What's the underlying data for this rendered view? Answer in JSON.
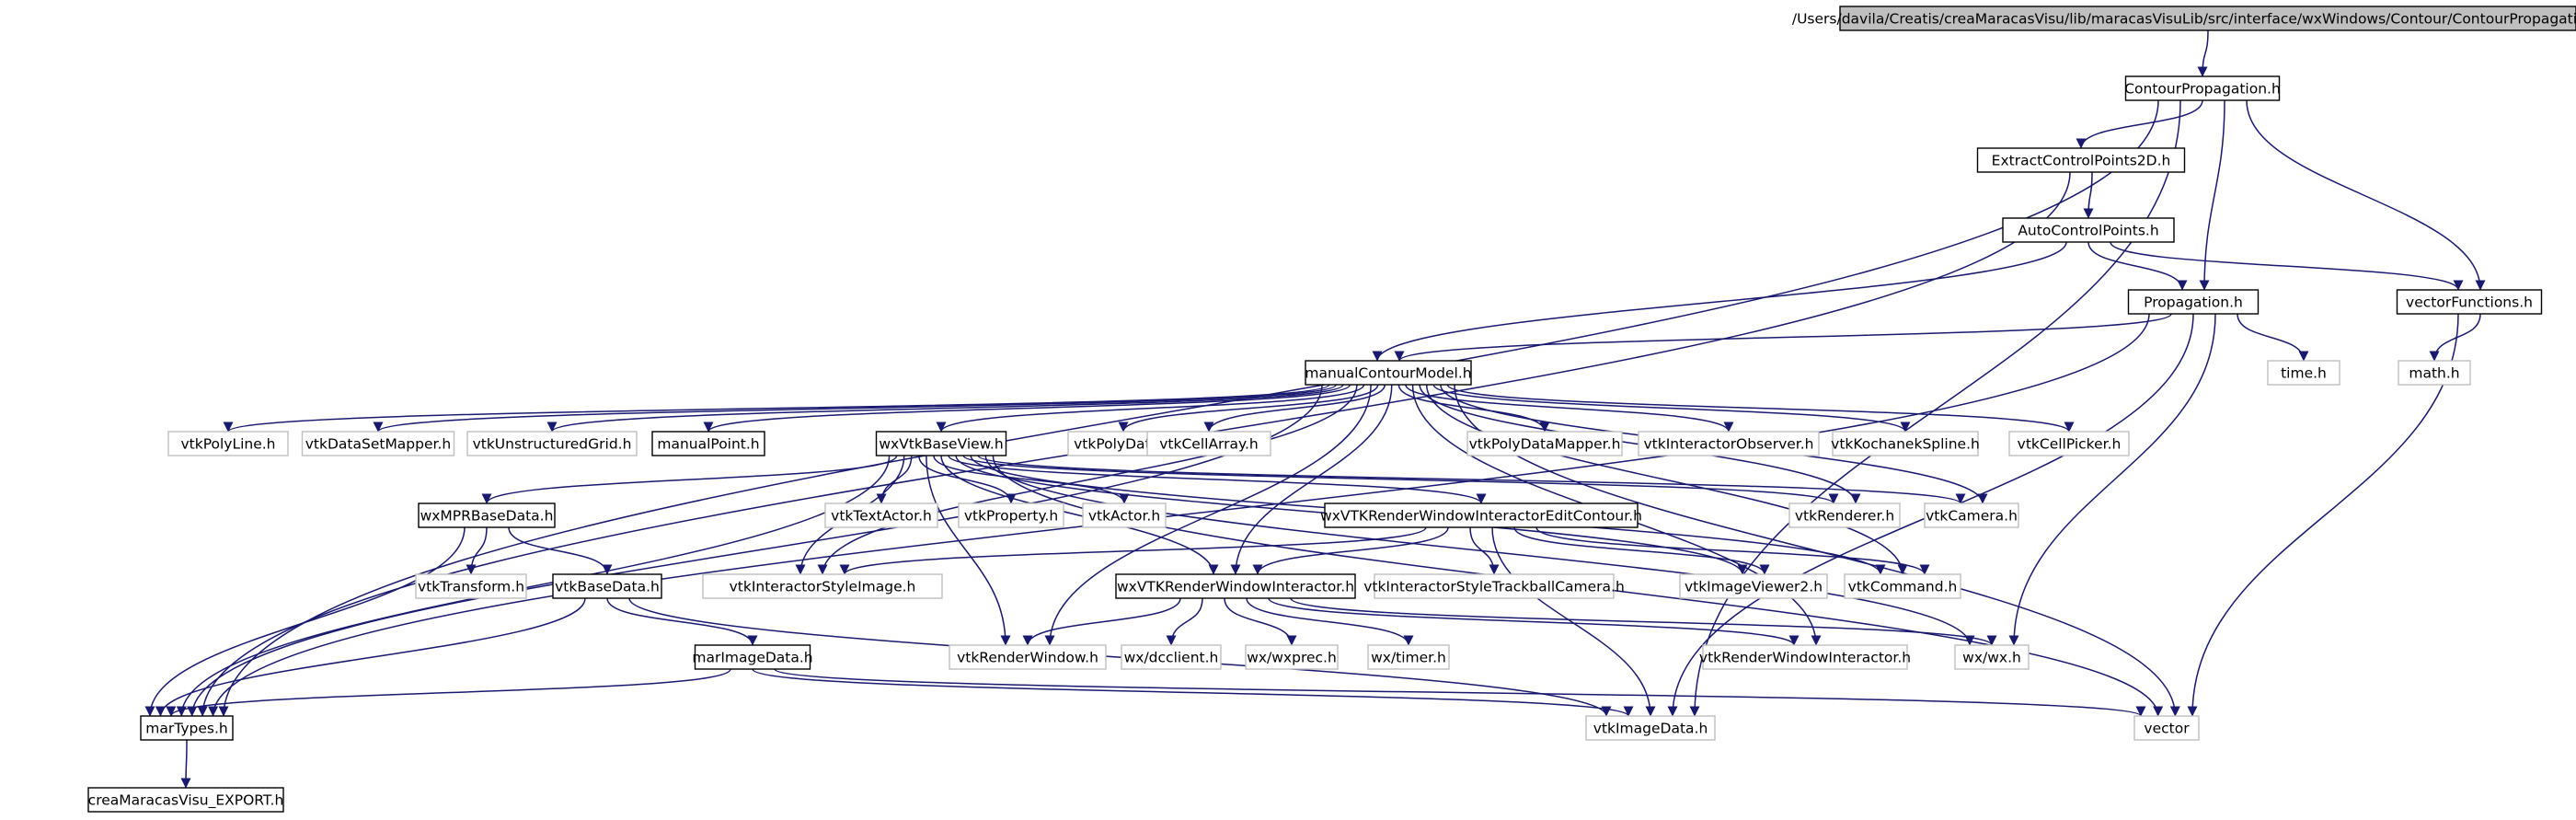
{
  "graph": {
    "type": "include-dependency-graph",
    "root": "root",
    "colors": {
      "edge": "#191970",
      "root_fill": "#bfbfbf",
      "text": "#000000",
      "leaf_border": "#bfbfbf",
      "inner_border": "#000000"
    },
    "nodes": [
      {
        "id": "root",
        "label": "/Users/davila/Creatis/creaMaracasVisu/lib/maracasVisuLib/src/interface/wxWindows/Contour/ContourPropagation.cxx",
        "kind": "root"
      },
      {
        "id": "contourprop",
        "label": "ContourPropagation.h",
        "kind": "inner"
      },
      {
        "id": "extract",
        "label": "ExtractControlPoints2D.h",
        "kind": "inner"
      },
      {
        "id": "autocp",
        "label": "AutoControlPoints.h",
        "kind": "inner"
      },
      {
        "id": "propagation",
        "label": "Propagation.h",
        "kind": "inner"
      },
      {
        "id": "vectorfn",
        "label": "vectorFunctions.h",
        "kind": "inner"
      },
      {
        "id": "time",
        "label": "time.h",
        "kind": "leaf"
      },
      {
        "id": "math",
        "label": "math.h",
        "kind": "leaf"
      },
      {
        "id": "mcm",
        "label": "manualContourModel.h",
        "kind": "inner"
      },
      {
        "id": "polyline",
        "label": "vtkPolyLine.h",
        "kind": "leaf"
      },
      {
        "id": "dsmapper",
        "label": "vtkDataSetMapper.h",
        "kind": "leaf"
      },
      {
        "id": "ugrid",
        "label": "vtkUnstructuredGrid.h",
        "kind": "leaf"
      },
      {
        "id": "manualpoint",
        "label": "manualPoint.h",
        "kind": "inner"
      },
      {
        "id": "wxvtkbase",
        "label": "wxVtkBaseView.h",
        "kind": "inner"
      },
      {
        "id": "polydata",
        "label": "vtkPolyData.h",
        "kind": "leaf"
      },
      {
        "id": "cellarray",
        "label": "vtkCellArray.h",
        "kind": "leaf"
      },
      {
        "id": "pdmapper",
        "label": "vtkPolyDataMapper.h",
        "kind": "leaf"
      },
      {
        "id": "iobserver",
        "label": "vtkInteractorObserver.h",
        "kind": "leaf"
      },
      {
        "id": "kochanek",
        "label": "vtkKochanekSpline.h",
        "kind": "leaf"
      },
      {
        "id": "cellpicker",
        "label": "vtkCellPicker.h",
        "kind": "leaf"
      },
      {
        "id": "wxmpr",
        "label": "wxMPRBaseData.h",
        "kind": "inner"
      },
      {
        "id": "textactor",
        "label": "vtkTextActor.h",
        "kind": "leaf"
      },
      {
        "id": "property",
        "label": "vtkProperty.h",
        "kind": "leaf"
      },
      {
        "id": "actor",
        "label": "vtkActor.h",
        "kind": "leaf"
      },
      {
        "id": "wxedit",
        "label": "wxVTKRenderWindowInteractorEditContour.h",
        "kind": "inner"
      },
      {
        "id": "renderer",
        "label": "vtkRenderer.h",
        "kind": "leaf"
      },
      {
        "id": "camera",
        "label": "vtkCamera.h",
        "kind": "leaf"
      },
      {
        "id": "transform",
        "label": "vtkTransform.h",
        "kind": "leaf"
      },
      {
        "id": "basedata",
        "label": "vtkBaseData.h",
        "kind": "inner"
      },
      {
        "id": "isimage",
        "label": "vtkInteractorStyleImage.h",
        "kind": "leaf"
      },
      {
        "id": "wxrwi",
        "label": "wxVTKRenderWindowInteractor.h",
        "kind": "inner"
      },
      {
        "id": "trackball",
        "label": "vtkInteractorStyleTrackballCamera.h",
        "kind": "leaf"
      },
      {
        "id": "viewer2",
        "label": "vtkImageViewer2.h",
        "kind": "leaf"
      },
      {
        "id": "command",
        "label": "vtkCommand.h",
        "kind": "leaf"
      },
      {
        "id": "marimage",
        "label": "marImageData.h",
        "kind": "inner"
      },
      {
        "id": "renderwindow",
        "label": "vtkRenderWindow.h",
        "kind": "leaf"
      },
      {
        "id": "dcclient",
        "label": "wx/dcclient.h",
        "kind": "leaf"
      },
      {
        "id": "wxprec",
        "label": "wx/wxprec.h",
        "kind": "leaf"
      },
      {
        "id": "timer",
        "label": "wx/timer.h",
        "kind": "leaf"
      },
      {
        "id": "rwi",
        "label": "vtkRenderWindowInteractor.h",
        "kind": "leaf"
      },
      {
        "id": "wxh",
        "label": "wx/wx.h",
        "kind": "leaf"
      },
      {
        "id": "martypes",
        "label": "marTypes.h",
        "kind": "inner"
      },
      {
        "id": "imagedata",
        "label": "vtkImageData.h",
        "kind": "leaf"
      },
      {
        "id": "vector",
        "label": "vector",
        "kind": "leaf"
      },
      {
        "id": "export",
        "label": "creaMaracasVisu_EXPORT.h",
        "kind": "inner"
      }
    ],
    "edges": [
      [
        "root",
        "contourprop"
      ],
      [
        "contourprop",
        "extract"
      ],
      [
        "contourprop",
        "propagation"
      ],
      [
        "contourprop",
        "vectorfn"
      ],
      [
        "contourprop",
        "martypes"
      ],
      [
        "contourprop",
        "imagedata"
      ],
      [
        "extract",
        "autocp"
      ],
      [
        "extract",
        "martypes"
      ],
      [
        "autocp",
        "propagation"
      ],
      [
        "autocp",
        "vectorfn"
      ],
      [
        "autocp",
        "mcm"
      ],
      [
        "propagation",
        "mcm"
      ],
      [
        "propagation",
        "time"
      ],
      [
        "propagation",
        "martypes"
      ],
      [
        "propagation",
        "wxh"
      ],
      [
        "propagation",
        "imagedata"
      ],
      [
        "vectorfn",
        "math"
      ],
      [
        "vectorfn",
        "vector"
      ],
      [
        "mcm",
        "polyline"
      ],
      [
        "mcm",
        "dsmapper"
      ],
      [
        "mcm",
        "ugrid"
      ],
      [
        "mcm",
        "manualpoint"
      ],
      [
        "mcm",
        "wxvtkbase"
      ],
      [
        "mcm",
        "polydata"
      ],
      [
        "mcm",
        "cellarray"
      ],
      [
        "mcm",
        "pdmapper"
      ],
      [
        "mcm",
        "iobserver"
      ],
      [
        "mcm",
        "kochanek"
      ],
      [
        "mcm",
        "cellpicker"
      ],
      [
        "mcm",
        "martypes"
      ],
      [
        "mcm",
        "isimage"
      ],
      [
        "mcm",
        "renderwindow"
      ],
      [
        "mcm",
        "wxrwi"
      ],
      [
        "mcm",
        "renderer"
      ],
      [
        "mcm",
        "camera"
      ],
      [
        "mcm",
        "rwi"
      ],
      [
        "mcm",
        "vector"
      ],
      [
        "mcm",
        "command"
      ],
      [
        "wxvtkbase",
        "wxmpr"
      ],
      [
        "wxvtkbase",
        "textactor"
      ],
      [
        "wxvtkbase",
        "property"
      ],
      [
        "wxvtkbase",
        "actor"
      ],
      [
        "wxvtkbase",
        "wxedit"
      ],
      [
        "wxvtkbase",
        "renderer"
      ],
      [
        "wxvtkbase",
        "camera"
      ],
      [
        "wxvtkbase",
        "isimage"
      ],
      [
        "wxvtkbase",
        "wxrwi"
      ],
      [
        "wxvtkbase",
        "renderwindow"
      ],
      [
        "wxvtkbase",
        "viewer2"
      ],
      [
        "wxvtkbase",
        "command"
      ],
      [
        "wxvtkbase",
        "martypes"
      ],
      [
        "wxvtkbase",
        "wxh"
      ],
      [
        "wxvtkbase",
        "vector"
      ],
      [
        "wxmpr",
        "transform"
      ],
      [
        "wxmpr",
        "basedata"
      ],
      [
        "wxmpr",
        "martypes"
      ],
      [
        "wxedit",
        "isimage"
      ],
      [
        "wxedit",
        "wxrwi"
      ],
      [
        "wxedit",
        "trackball"
      ],
      [
        "wxedit",
        "viewer2"
      ],
      [
        "wxedit",
        "command"
      ],
      [
        "wxedit",
        "imagedata"
      ],
      [
        "basedata",
        "marimage"
      ],
      [
        "basedata",
        "martypes"
      ],
      [
        "basedata",
        "imagedata"
      ],
      [
        "wxrwi",
        "renderwindow"
      ],
      [
        "wxrwi",
        "dcclient"
      ],
      [
        "wxrwi",
        "wxprec"
      ],
      [
        "wxrwi",
        "timer"
      ],
      [
        "wxrwi",
        "rwi"
      ],
      [
        "wxrwi",
        "wxh"
      ],
      [
        "marimage",
        "martypes"
      ],
      [
        "marimage",
        "imagedata"
      ],
      [
        "marimage",
        "vector"
      ],
      [
        "martypes",
        "export"
      ]
    ]
  }
}
